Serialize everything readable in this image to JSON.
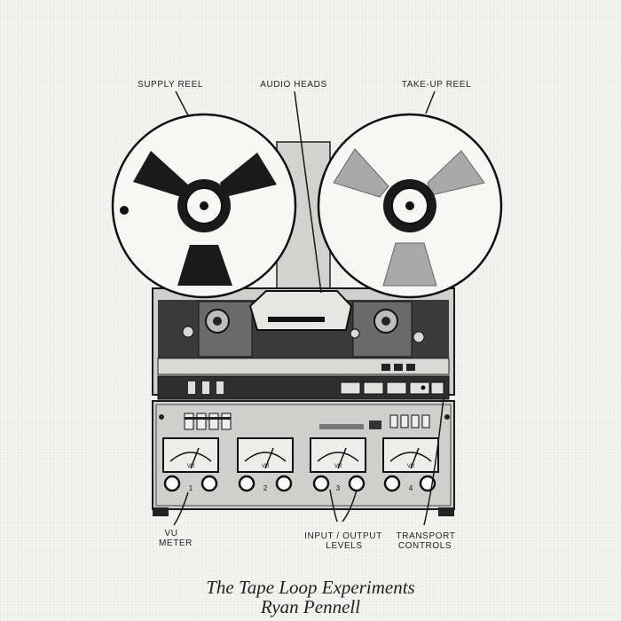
{
  "labels": {
    "supply_reel": "SUPPLY REEL",
    "audio_heads": "AUDIO HEADS",
    "take_up_reel": "TAKE-UP REEL",
    "vu_meter_line1": "VU",
    "vu_meter_line2": "METER",
    "io_levels_line1": "INPUT / OUTPUT",
    "io_levels_line2": "LEVELS",
    "transport_line1": "TRANSPORT",
    "transport_line2": "CONTROLS"
  },
  "channels": [
    "1",
    "2",
    "3",
    "4"
  ],
  "meter_scale": "VU",
  "caption": {
    "title": "The Tape Loop Experiments",
    "artist": "Ryan Pennell"
  },
  "colors": {
    "background": "#f4f4f2",
    "ink": "#1a1a1a",
    "panel": "#c9c9c7",
    "reel_grey": "#a9a9a9"
  }
}
